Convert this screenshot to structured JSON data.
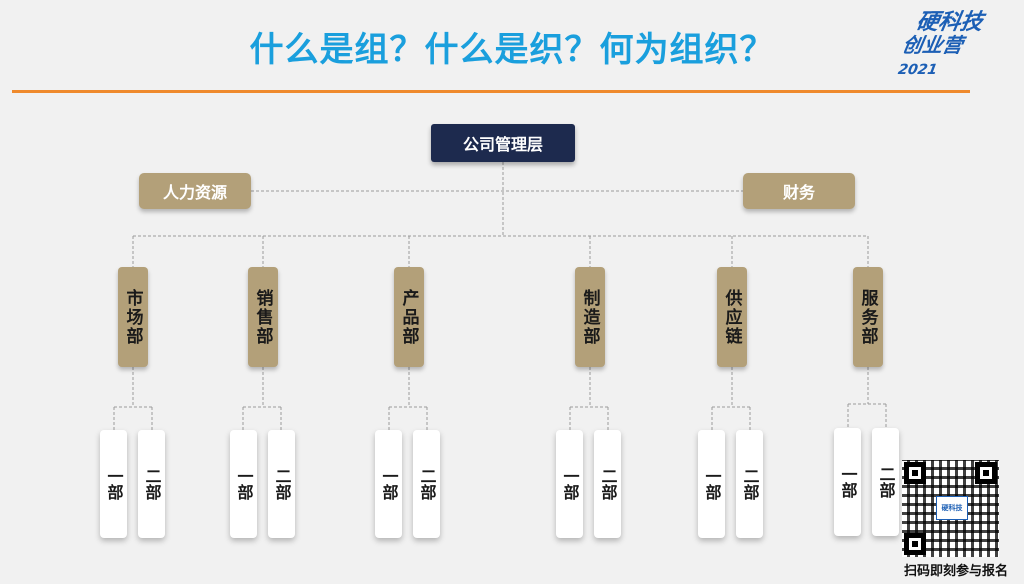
{
  "title": "什么是组？什么是织？何为组织？",
  "logo": {
    "line1": "硬科技",
    "line2": "创业营",
    "year": "2021"
  },
  "org": {
    "top": "公司管理层",
    "left_staff": "人力资源",
    "right_staff": "财务",
    "departments": [
      {
        "name": "市场部",
        "subs": [
          "一部",
          "二部"
        ]
      },
      {
        "name": "销售部",
        "subs": [
          "一部",
          "二部"
        ]
      },
      {
        "name": "产品部",
        "subs": [
          "一部",
          "二部"
        ]
      },
      {
        "name": "制造部",
        "subs": [
          "一部",
          "二部"
        ]
      },
      {
        "name": "供应链",
        "subs": [
          "一部",
          "二部"
        ]
      },
      {
        "name": "服务部",
        "subs": [
          "一部",
          "二部"
        ]
      }
    ]
  },
  "qr": {
    "center_label": "硬科技",
    "caption": "扫码即刻参与报名"
  },
  "colors": {
    "title": "#1a9fdd",
    "rule": "#ef8a2d",
    "top_box": "#1d2a4e",
    "tan_box": "#b3a079"
  }
}
